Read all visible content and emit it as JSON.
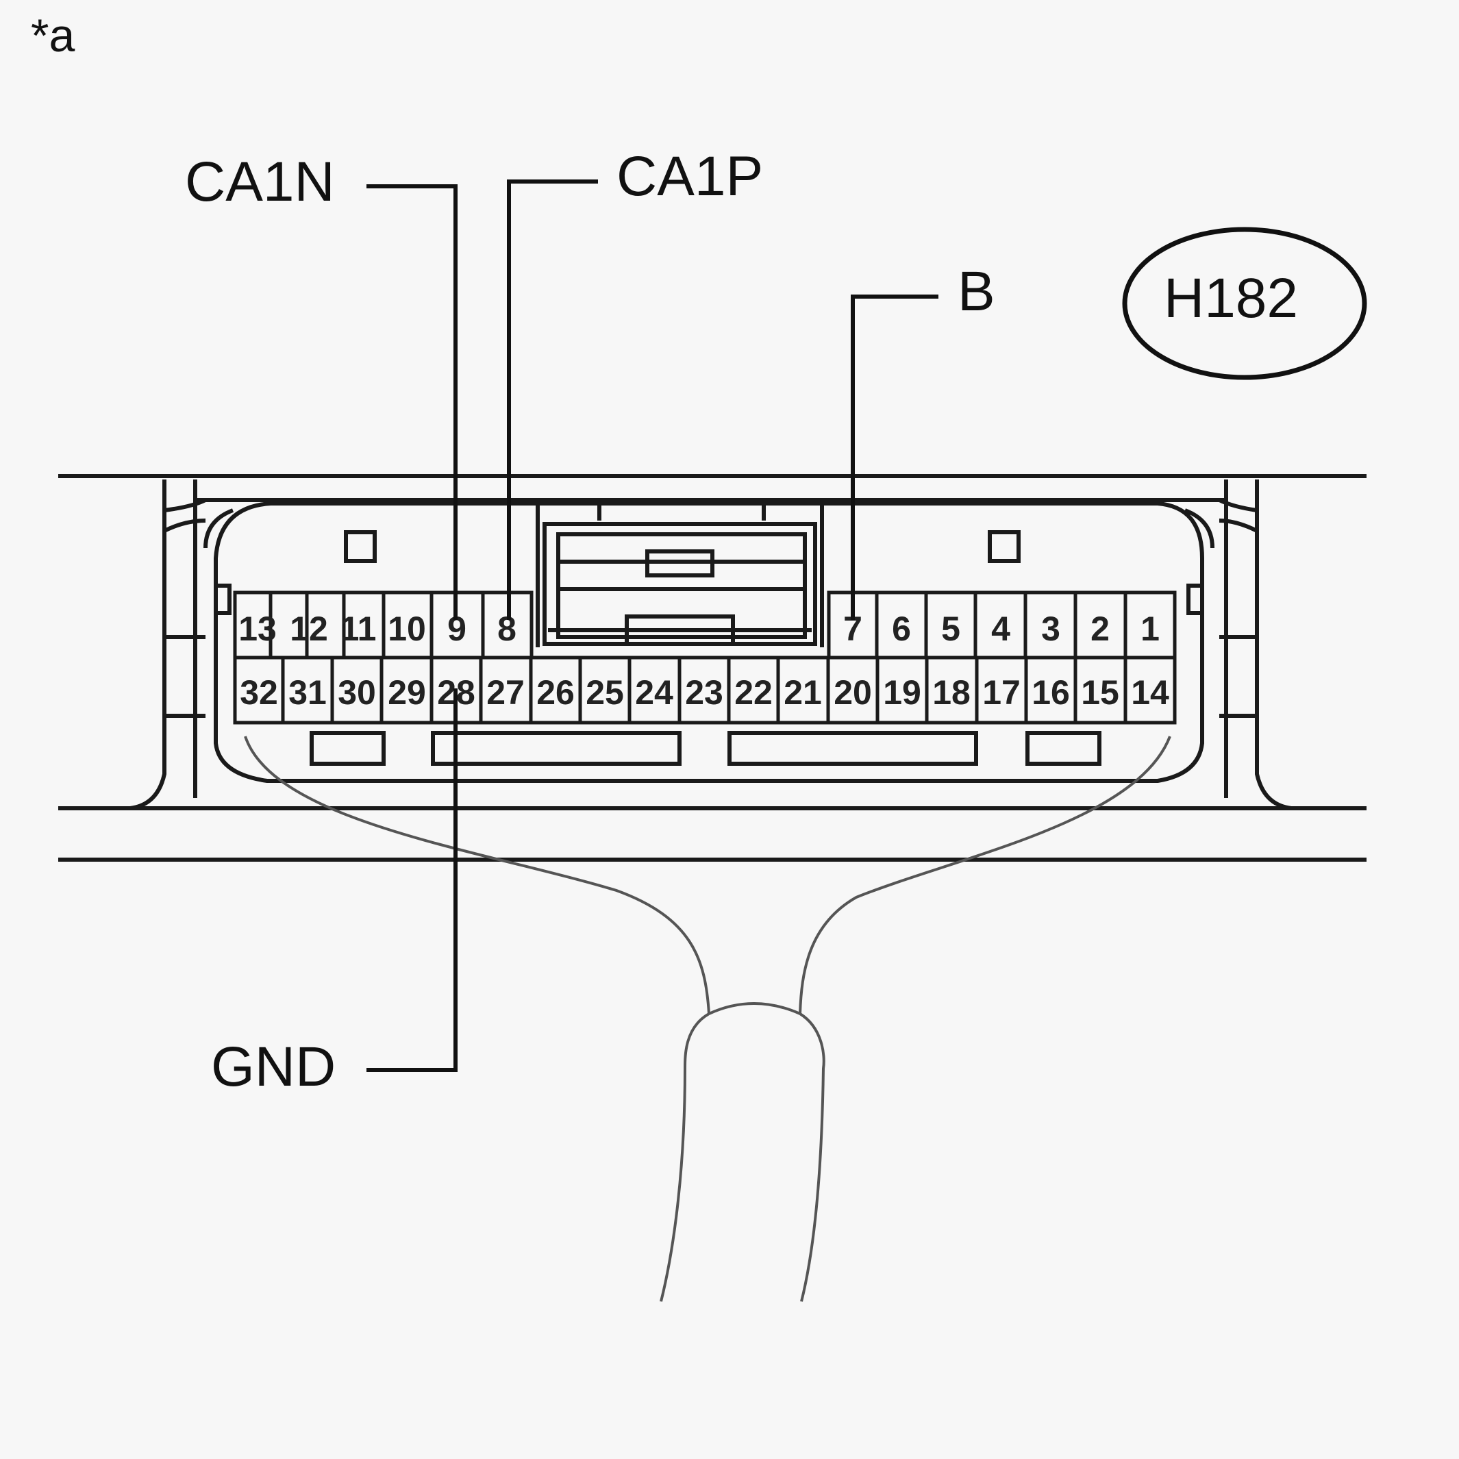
{
  "figure_mark": "*a",
  "connector_id": "H182",
  "terminal_labels": {
    "ca1n": "CA1N",
    "ca1p": "CA1P",
    "b": "B",
    "gnd": "GND"
  },
  "top_row_pins": [
    "13",
    "12",
    "11",
    "10",
    "9",
    "8",
    "7",
    "6",
    "5",
    "4",
    "3",
    "2",
    "1"
  ],
  "bottom_row_pins": [
    "32",
    "31",
    "30",
    "29",
    "28",
    "27",
    "26",
    "25",
    "24",
    "23",
    "22",
    "21",
    "20",
    "19",
    "18",
    "17",
    "16",
    "15",
    "14"
  ]
}
